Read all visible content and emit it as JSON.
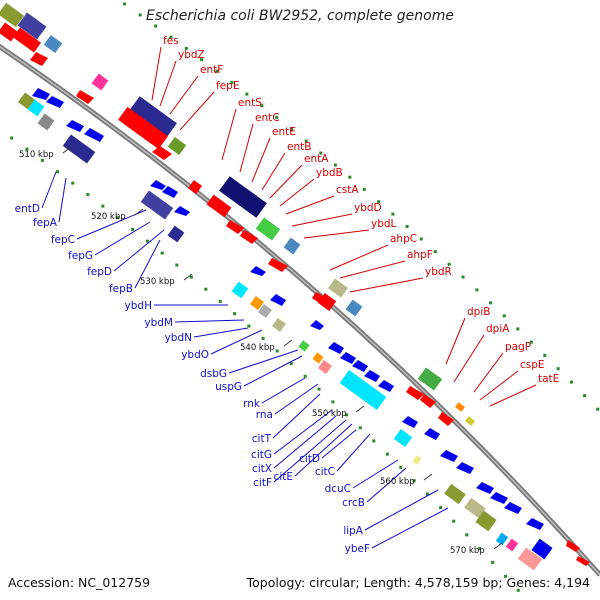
{
  "title": "Escherichia coli BW2952, complete genome",
  "footer": {
    "accession": "Accession: NC_012759",
    "summary": "Topology: circular; Length: 4,578,159 bp; Genes: 4,194"
  },
  "ticks": [
    "510 kbp",
    "520 kbp",
    "530 kbp",
    "540 kbp",
    "550 kbp",
    "560 kbp",
    "570 kbp"
  ],
  "colors": {
    "forward_label": "#d40000",
    "reverse_label": "#1010d0",
    "backbone": "#888888",
    "gc_dots": "#2a8a2a"
  },
  "forward_genes": [
    "fes",
    "ybdZ",
    "entF",
    "fepE",
    "entS",
    "entC",
    "entE",
    "entB",
    "entA",
    "ybdB",
    "cstA",
    "ybdD",
    "ybdL",
    "ahpC",
    "ahpF",
    "ybdR",
    "dpiB",
    "dpiA",
    "pagP",
    "cspE",
    "tatE"
  ],
  "reverse_genes": [
    "entD",
    "fepA",
    "fepC",
    "fepG",
    "fepD",
    "fepB",
    "ybdH",
    "ybdM",
    "ybdN",
    "ybdO",
    "dsbG",
    "uspG",
    "rnk",
    "rna",
    "citT",
    "citG",
    "citX",
    "citF",
    "citE",
    "citD",
    "citC",
    "dcuC",
    "crcB",
    "lipA",
    "ybeF"
  ]
}
